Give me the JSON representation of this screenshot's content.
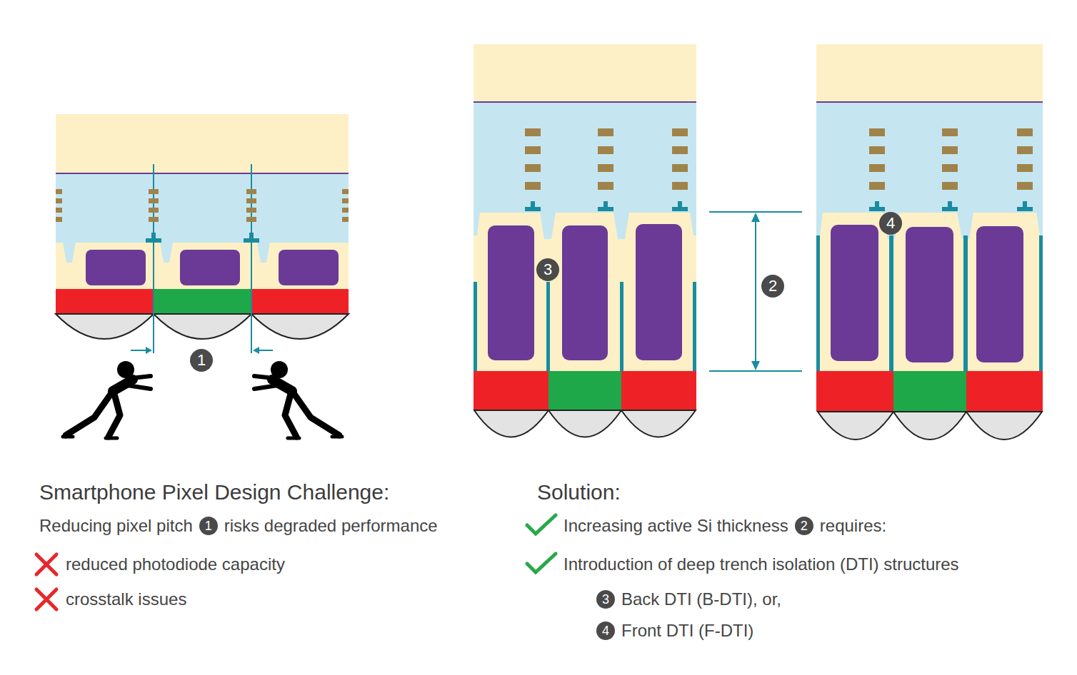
{
  "diagram": {
    "labels": [
      "1",
      "3",
      "2",
      "4",
      "Smartphone Pixel Design Challenge:",
      "Reducing pixel pitch",
      "1",
      "risks degraded performance",
      "reduced photodiode capacity",
      "crosstalk issues",
      "Solution:",
      "Increasing active Si thickness",
      "2",
      "requires:",
      "Introduction of deep trench isolation (DTI) structures",
      "3",
      "Back DTI (B-DTI), or,",
      "4",
      "Front DTI (F-DTI)"
    ]
  }
}
